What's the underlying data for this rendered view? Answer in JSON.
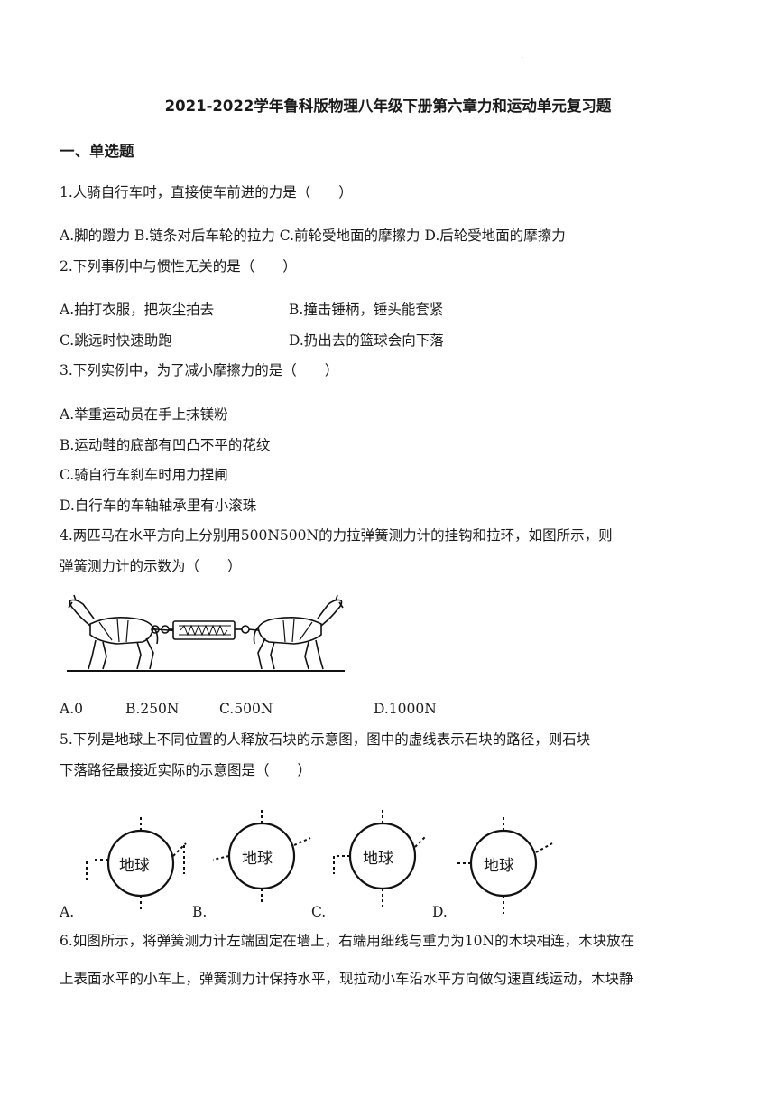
{
  "header_mark": ".",
  "title": "2021-2022学年鲁科版物理八年级下册第六章力和运动单元复习题",
  "section": "一、单选题",
  "questions": [
    {
      "stem": "1.人骑自行车时，直接使车前进的力是（　　）",
      "options_line": "A.脚的蹬力 B.链条对后车轮的拉力 C.前轮受地面的摩擦力 D.后轮受地面的摩擦力"
    },
    {
      "stem": "2.下列事例中与惯性无关的是（　　）",
      "options": [
        "A.拍打衣服，把灰尘拍去",
        "B.撞击锤柄，锤头能套紧",
        "C.跳远时快速助跑",
        "D.扔出去的篮球会向下落"
      ]
    },
    {
      "stem": "3.下列实例中，为了减小摩擦力的是（　　）",
      "options": [
        "A.举重运动员在手上抹镁粉",
        "B.运动鞋的底部有凹凸不平的花纹",
        "C.骑自行车刹车时用力捏闸",
        "D.自行车的车轴轴承里有小滚珠"
      ]
    },
    {
      "stem_lines": [
        "4.两匹马在水平方向上分别用500N500N的力拉弹簧测力计的挂钩和拉环，如图所示，则",
        "弹簧测力计的示数为（　　）"
      ],
      "options": [
        "A.0",
        "B.250N",
        "C.500N",
        "D.1000N"
      ]
    },
    {
      "stem_lines": [
        "5.下列是地球上不同位置的人释放石块的示意图，图中的虚线表示石块的路径，则石块",
        "下落路径最接近实际的示意图是（　　）"
      ],
      "earth_label": "地球",
      "options": [
        "A.",
        "B.",
        "C.",
        "D."
      ]
    },
    {
      "stem_lines": [
        "6.如图所示，将弹簧测力计左端固定在墙上，右端用细线与重力为10N的木块相连，木块放在",
        "上表面水平的小车上，弹簧测力计保持水平，现拉动小车沿水平方向做匀速直线运动，木块静"
      ]
    }
  ]
}
